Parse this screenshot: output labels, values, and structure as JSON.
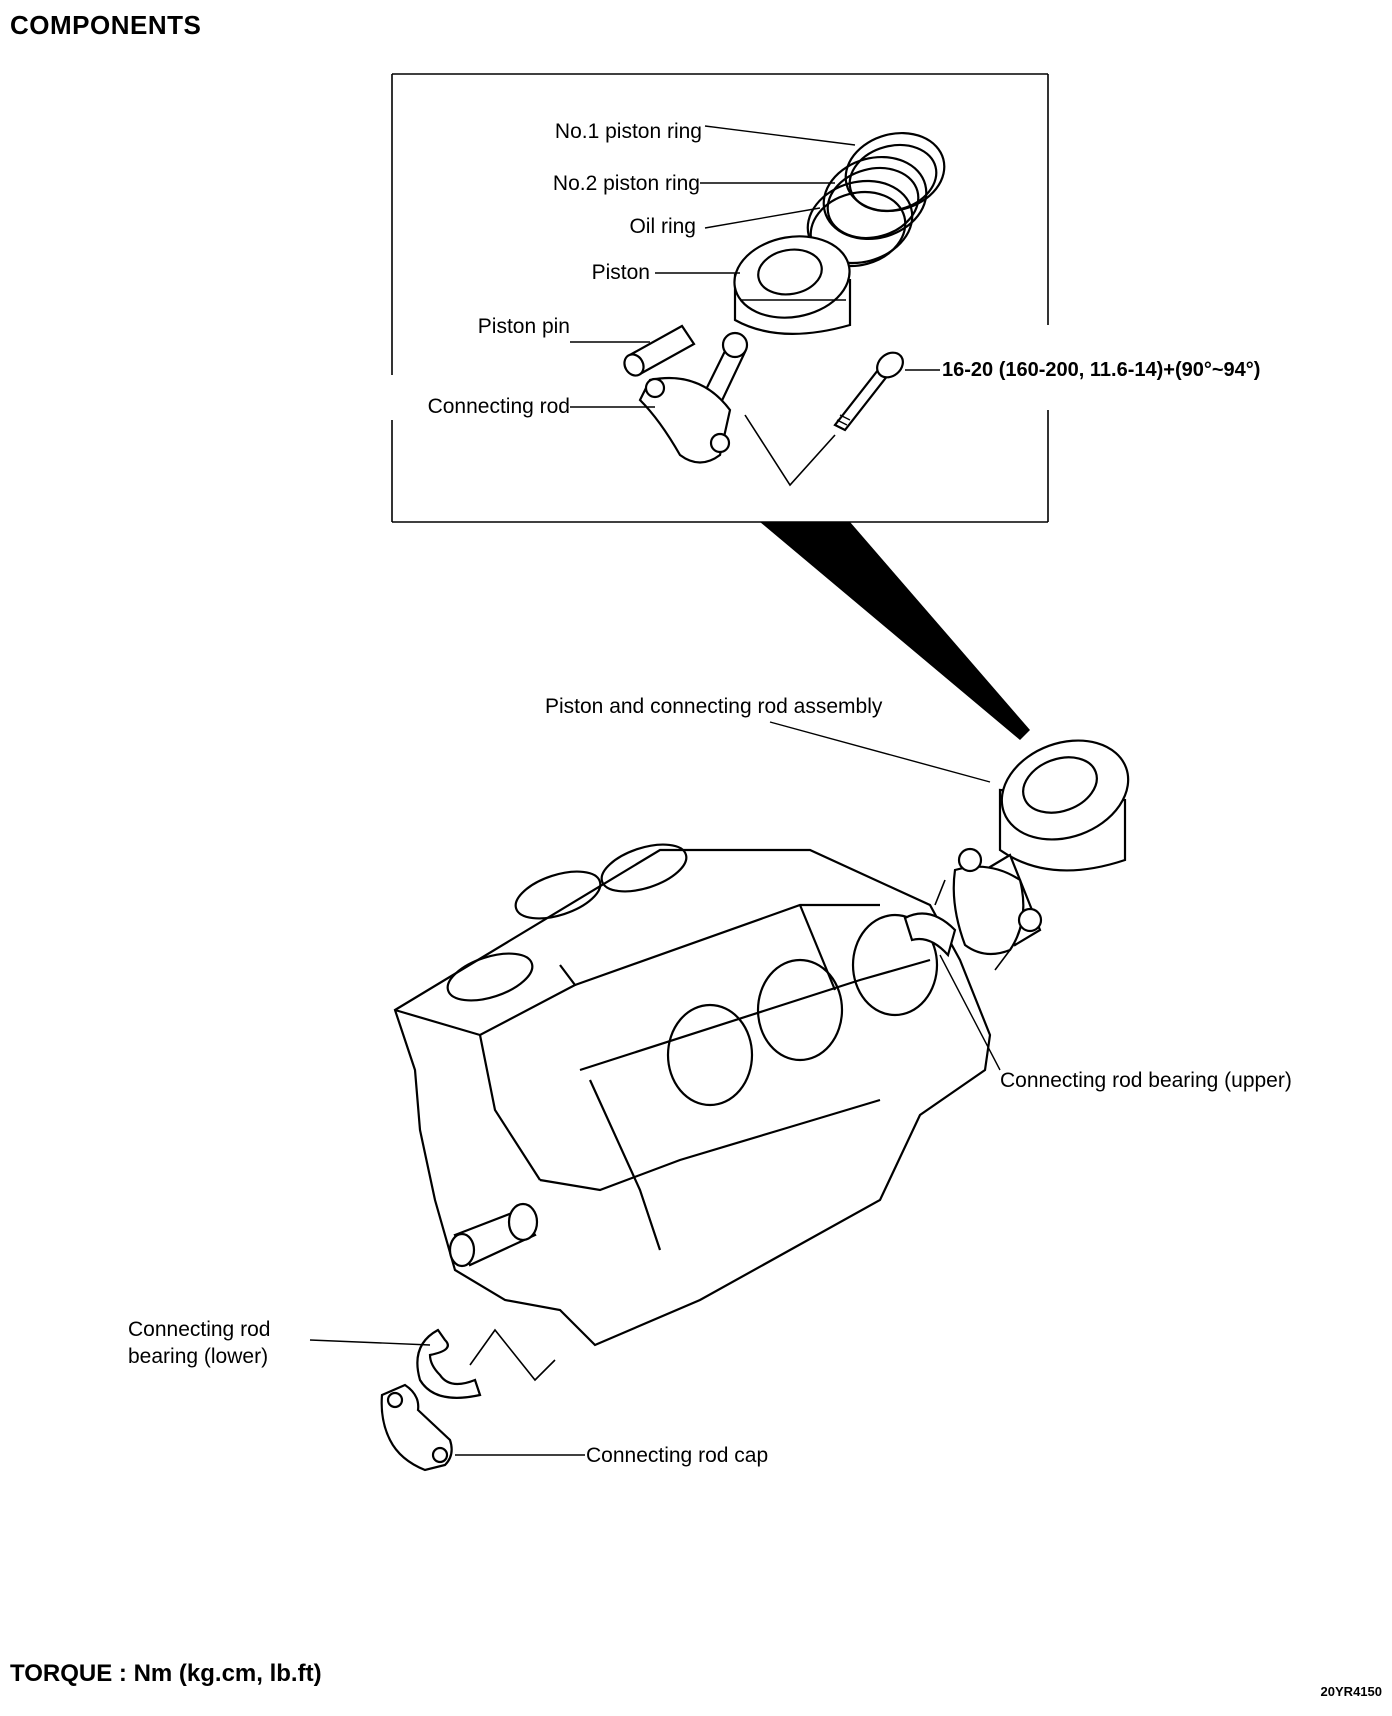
{
  "title": "COMPONENTS",
  "labels": {
    "no1_ring": "No.1 piston ring",
    "no2_ring": "No.2 piston ring",
    "oil_ring": "Oil ring",
    "piston": "Piston",
    "piston_pin": "Piston pin",
    "connecting_rod": "Connecting rod",
    "torque_spec": "16-20 (160-200, 11.6-14)+(90°~94°)",
    "assembly": "Piston and connecting rod assembly",
    "bearing_upper": "Connecting rod bearing (upper)",
    "bearing_lower_1": "Connecting rod",
    "bearing_lower_2": "bearing (lower)",
    "rod_cap": "Connecting rod cap"
  },
  "footer": {
    "torque_units": "TORQUE : Nm (kg.cm, lb.ft)",
    "figure_code": "20YR4150"
  }
}
